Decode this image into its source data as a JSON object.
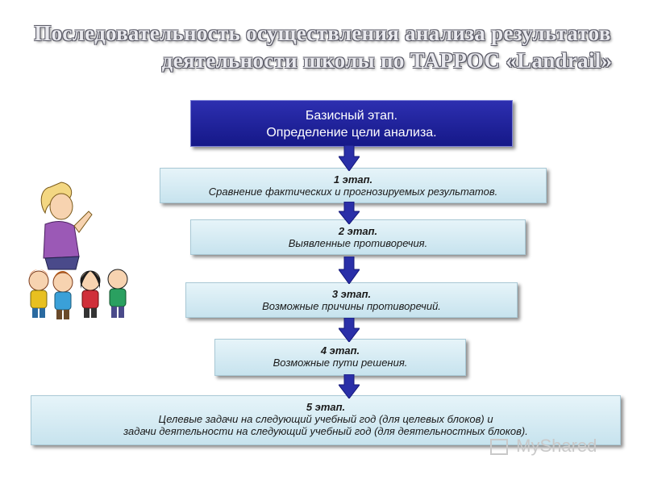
{
  "title": {
    "line1": "Последовательность осуществления анализа результатов",
    "line2": "деятельности школы по ТАРРОС «Landrail»"
  },
  "base_stage": {
    "line1": "Базисный этап.",
    "line2": "Определение цели анализа."
  },
  "stages": [
    {
      "heading": "1 этап.",
      "body": "Сравнение фактических и прогнозируемых результатов."
    },
    {
      "heading": "2 этап.",
      "body": "Выявленные противоречия."
    },
    {
      "heading": "3 этап.",
      "body": "Возможные причины противоречий."
    },
    {
      "heading": "4 этап.",
      "body": "Возможные пути решения."
    },
    {
      "heading": "5 этап.",
      "body_line1": "Целевые задачи на следующий учебный год (для целевых блоков) и",
      "body_line2": "задачи деятельности на следующий учебный год (для деятельностных блоков)."
    }
  ],
  "watermark": "MyShared",
  "colors": {
    "base_box": "#1e22a0",
    "stage_box": "#d6ecf4",
    "arrow": "#2a2fa8"
  }
}
